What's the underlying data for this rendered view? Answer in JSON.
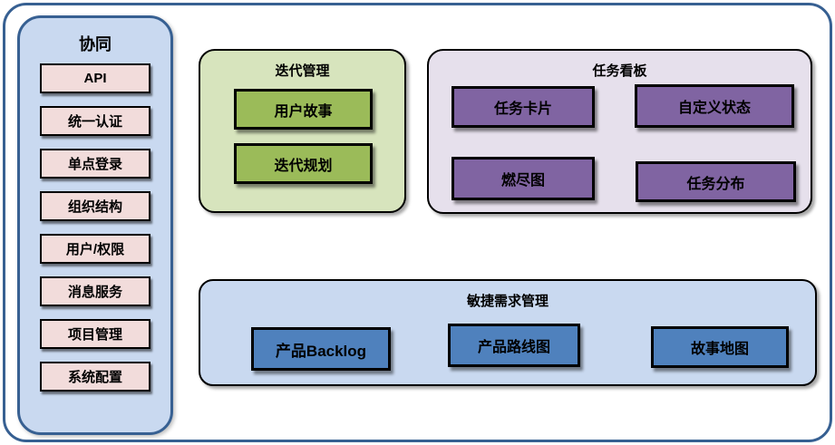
{
  "colors": {
    "frame-border": "#376092",
    "sidebar-bg": "#C9D9F0",
    "sidebar-item-bg": "#F2DCDB",
    "green-panel-bg": "#D7E4BD",
    "green-item-bg": "#9BBB59",
    "purple-panel-bg": "#E6E0EC",
    "purple-item-bg": "#8064A2",
    "blue-panel-bg": "#C9D9F0",
    "blue-item-bg": "#4F81BD"
  },
  "sidebar": {
    "title": "协同",
    "items": [
      "API",
      "统一认证",
      "单点登录",
      "组织结构",
      "用户/权限",
      "消息服务",
      "项目管理",
      "系统配置"
    ]
  },
  "panels": {
    "iteration": {
      "title": "迭代管理",
      "items": [
        "用户故事",
        "迭代规划"
      ]
    },
    "kanban": {
      "title": "任务看板",
      "items": [
        "任务卡片",
        "自定义状态",
        "燃尽图",
        "任务分布"
      ]
    },
    "agile": {
      "title": "敏捷需求管理",
      "items": [
        "产品Backlog",
        "产品路线图",
        "故事地图"
      ]
    }
  }
}
